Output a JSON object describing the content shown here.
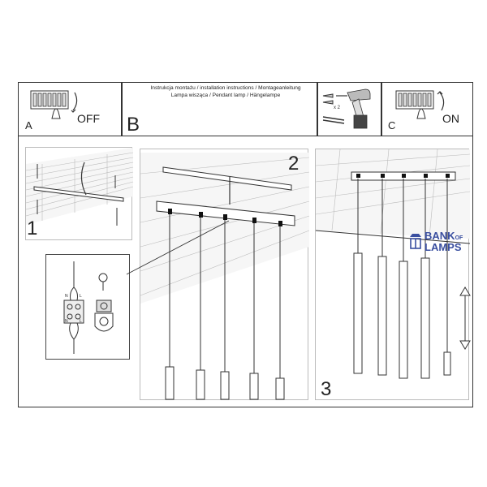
{
  "header": {
    "step_a": "A",
    "off_text": "OFF",
    "step_b": "B",
    "instructions_line1": "Instrukcja montażu / installation instructions / Montageanleitung",
    "instructions_line2": "Lampa wisząca / Pendant lamp / Hängelampe",
    "screw_qty": "x 2",
    "step_c": "C",
    "on_text": "ON"
  },
  "steps": {
    "step1": "1",
    "step2": "2",
    "step3": "3",
    "wire_labels": {
      "n": "N",
      "l": "L"
    }
  },
  "watermark": {
    "line1": "BANK",
    "of": "OF",
    "line2": "LAMPS"
  }
}
